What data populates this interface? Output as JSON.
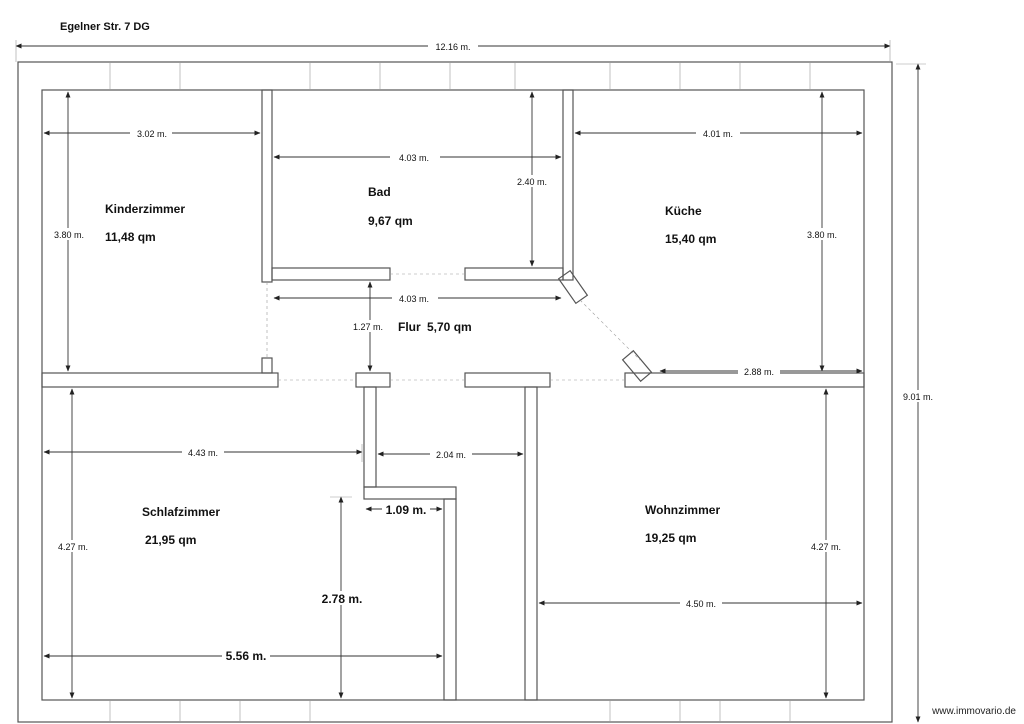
{
  "title": "Egelner Str. 7 DG",
  "watermark": "www.immovario.de",
  "rooms": {
    "kinder": {
      "name": "Kinderzimmer",
      "area": "11,48 qm"
    },
    "bad": {
      "name": "Bad",
      "area": "9,67 qm"
    },
    "kueche": {
      "name": "Küche",
      "area": "15,40 qm"
    },
    "flur": {
      "name": "Flur",
      "area": "5,70 qm"
    },
    "schlaf": {
      "name": "Schlafzimmer",
      "area": "21,95 qm"
    },
    "wohn": {
      "name": "Wohnzimmer",
      "area": "19,25 qm"
    }
  },
  "dims": {
    "total_width": "12.16 m.",
    "total_height": "9.01 m.",
    "kinder_width": "3.02 m.",
    "kinder_height": "3.80 m.",
    "bad_top_width": "4.03 m.",
    "bad_height": "2.40 m.",
    "bad_bottom_width": "4.03 m.",
    "kueche_width": "4.01 m.",
    "kueche_height": "3.80 m.",
    "flur_height": "1.27 m.",
    "kueche_wall": "2.88 m.",
    "schlaf_upper_width": "4.43 m.",
    "corridor_width": "2.04 m.",
    "nook_width": "1.09 m.",
    "nook_height": "2.78 m.",
    "schlaf_height": "4.27 m.",
    "schlaf_width": "5.56 m.",
    "wohn_width": "4.50 m.",
    "wohn_height": "4.27 m."
  }
}
